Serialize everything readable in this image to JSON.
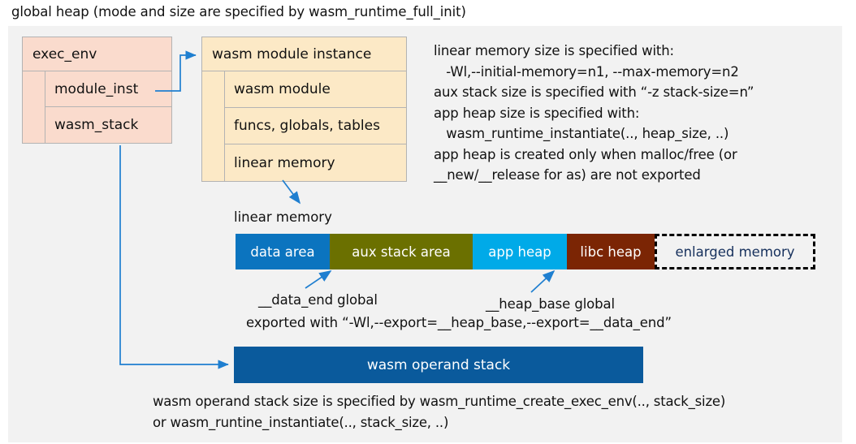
{
  "title": "global heap (mode and size are specified by wasm_runtime_full_init)",
  "exec_env": {
    "header": "exec_env",
    "rows": [
      "module_inst",
      "wasm_stack"
    ],
    "fill": "#fadbcd"
  },
  "module_instance": {
    "header": "wasm module instance",
    "rows": [
      "wasm module",
      "funcs, globals, tables",
      "linear memory"
    ],
    "fill": "#fce9c6"
  },
  "info_block": {
    "lines": [
      "linear memory size is specified with:",
      "   -Wl,--initial-memory=n1, --max-memory=n2",
      "aux stack size is specified with “-z stack-size=n”",
      "app heap size is specified with:",
      "   wasm_runtime_instantiate(.., heap_size, ..)",
      "app heap is created only when malloc/free (or",
      "__new/__release for as) are not exported"
    ]
  },
  "linear_memory": {
    "label": "linear memory",
    "segments": [
      {
        "label": "data area",
        "color": "#0b74bf",
        "text_color": "#ffffff",
        "width": 116
      },
      {
        "label": "aux stack area",
        "color": "#6b7000",
        "text_color": "#ffffff",
        "width": 176
      },
      {
        "label": "app heap",
        "color": "#00aae8",
        "text_color": "#ffffff",
        "width": 116
      },
      {
        "label": "libc heap",
        "color": "#7b2504",
        "text_color": "#ffffff",
        "width": 108
      },
      {
        "label": "enlarged memory",
        "color": "#f2f2f2",
        "text_color": "#16305c",
        "width": 198
      }
    ]
  },
  "annotations": {
    "data_end": "__data_end global",
    "heap_base": "__heap_base global",
    "exported": "exported with “-Wl,--export=__heap_base,--export=__data_end”"
  },
  "operand_stack": {
    "label": "wasm operand stack",
    "color": "#0a5a9c"
  },
  "bottom_note": {
    "lines": [
      "wasm operand stack size is specified by wasm_runtime_create_exec_env(.., stack_size)",
      "or wasm_runtine_instantiate(.., stack_size, ..)"
    ]
  },
  "colors": {
    "canvas": "#f2f2f2",
    "connector": "#1f7fd0",
    "border": "#b3b3b3"
  }
}
